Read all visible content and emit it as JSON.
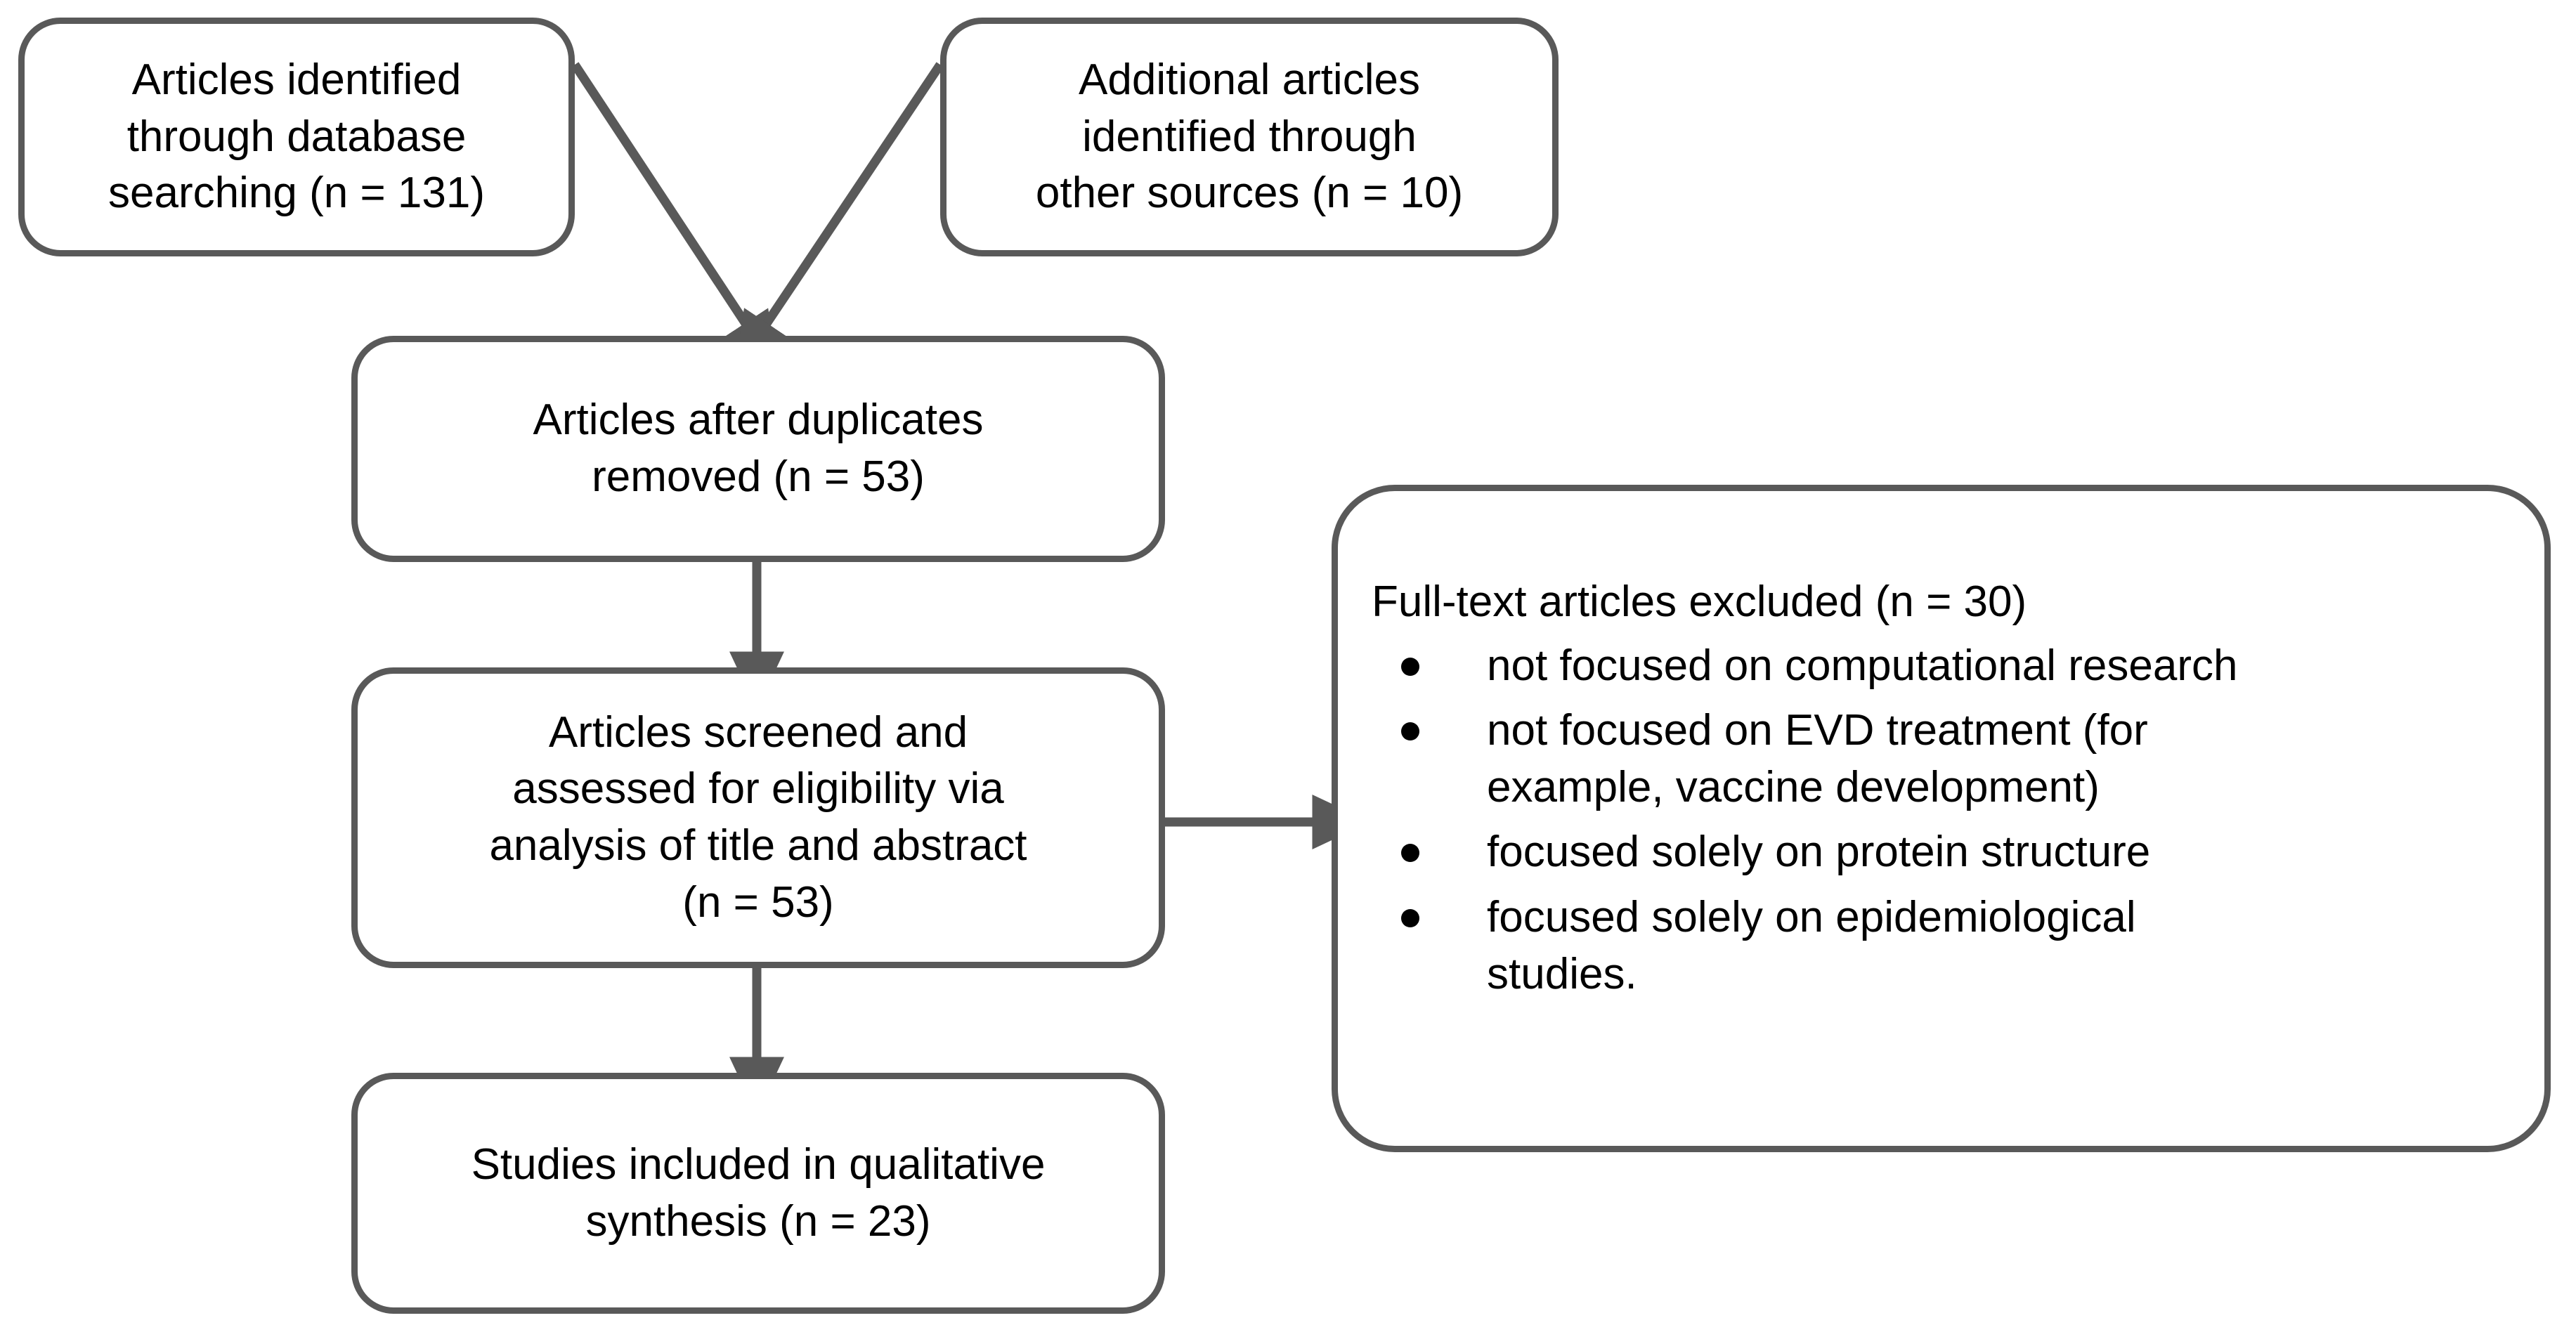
{
  "diagram": {
    "title": "PRISMA study selection flow diagram",
    "colors": {
      "box_border": "#595959",
      "box_fill": "#ffffff",
      "connector": "#595959",
      "text": "#000000",
      "bullet": "#000000"
    },
    "boxes": {
      "identified_database": {
        "lines": [
          "Articles identified",
          "through database",
          "searching (n = 131)"
        ],
        "count": 131
      },
      "identified_other": {
        "lines": [
          "Additional articles",
          "identified through",
          "other sources (n = 10)"
        ],
        "count": 10
      },
      "after_duplicates": {
        "lines": [
          "Articles after duplicates",
          "removed (n = 53)"
        ],
        "count": 53
      },
      "screened": {
        "lines": [
          "Articles screened and",
          "assessed for eligibility via",
          "analysis of title and abstract",
          "(n = 53)"
        ],
        "count": 53
      },
      "included": {
        "lines": [
          "Studies included in qualitative",
          "synthesis (n = 23)"
        ],
        "count": 23
      },
      "excluded": {
        "heading": "Full-text articles excluded (n = 30)",
        "count": 30,
        "reasons": [
          {
            "lines": [
              "not focused on computational research"
            ]
          },
          {
            "lines": [
              "not focused on EVD treatment (for",
              "example, vaccine development)"
            ]
          },
          {
            "lines": [
              "focused solely on protein structure"
            ]
          },
          {
            "lines": [
              "focused solely on epidemiological",
              "studies."
            ]
          }
        ]
      }
    },
    "connectors": [
      {
        "name": "db-search-to-duplicates",
        "kind": "arrow-diagonal",
        "direction": "down-right"
      },
      {
        "name": "other-sources-to-duplicates",
        "kind": "arrow-diagonal",
        "direction": "down-left"
      },
      {
        "name": "duplicates-to-screened",
        "kind": "arrow-vertical",
        "direction": "down"
      },
      {
        "name": "screened-to-included",
        "kind": "arrow-vertical",
        "direction": "down"
      },
      {
        "name": "screened-to-excluded",
        "kind": "arrow-horizontal",
        "direction": "right"
      }
    ]
  }
}
